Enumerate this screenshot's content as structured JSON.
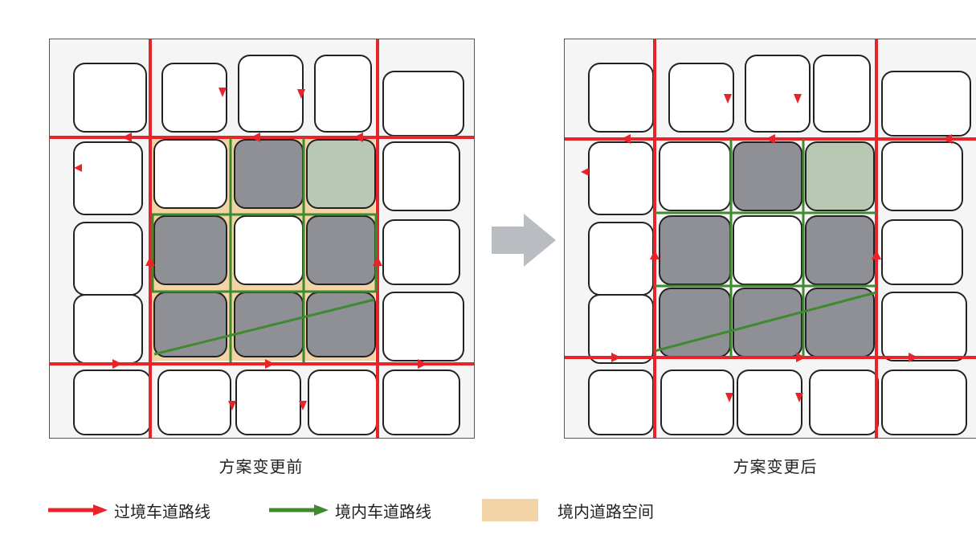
{
  "captions": {
    "before": "方案变更前",
    "after": "方案变更后"
  },
  "legend": {
    "through_traffic": "过境车道路线",
    "internal_traffic": "境内车道路线",
    "internal_space": "境内道路空间"
  },
  "colors": {
    "through_route": "#e8242a",
    "internal_route": "#3f8a2e",
    "road_space": "#f2d4a6",
    "block_fill": "#8f8f96",
    "greenspace": "#b8c8b2",
    "arrow_gray": "#b9bdc1"
  },
  "icons": [
    "arrow-right-icon"
  ]
}
